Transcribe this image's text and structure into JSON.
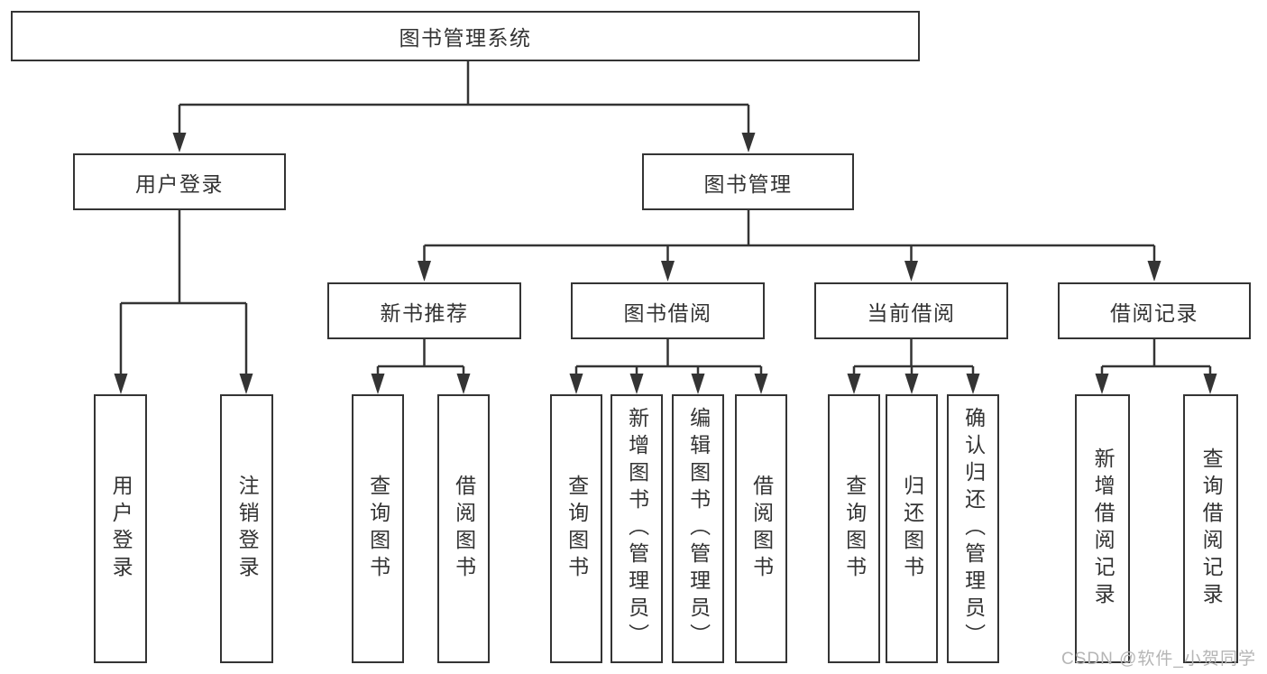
{
  "diagram": {
    "root": {
      "label": "图书管理系统"
    },
    "level2": [
      {
        "label": "用户登录"
      },
      {
        "label": "图书管理"
      }
    ],
    "level3": [
      {
        "label": "新书推荐"
      },
      {
        "label": "图书借阅"
      },
      {
        "label": "当前借阅"
      },
      {
        "label": "借阅记录"
      }
    ],
    "leaves": {
      "user_login": [
        {
          "label": "用户登录"
        },
        {
          "label": "注销登录"
        }
      ],
      "new_book_recommend": [
        {
          "label": "查询图书"
        },
        {
          "label": "借阅图书"
        }
      ],
      "book_borrowing": [
        {
          "label": "查询图书"
        },
        {
          "label": "新增图书（管理员）"
        },
        {
          "label": "编辑图书（管理员）"
        },
        {
          "label": "借阅图书"
        }
      ],
      "current_borrowing": [
        {
          "label": "查询图书"
        },
        {
          "label": "归还图书"
        },
        {
          "label": "确认归还（管理员）"
        }
      ],
      "borrowing_records": [
        {
          "label": "新增借阅记录"
        },
        {
          "label": "查询借阅记录"
        }
      ]
    },
    "watermark": "CSDN @软件_小贺同学",
    "colors": {
      "line": "#343434",
      "text": "#333333",
      "watermark_text": "#b5b5b5",
      "background": "#ffffff"
    }
  }
}
